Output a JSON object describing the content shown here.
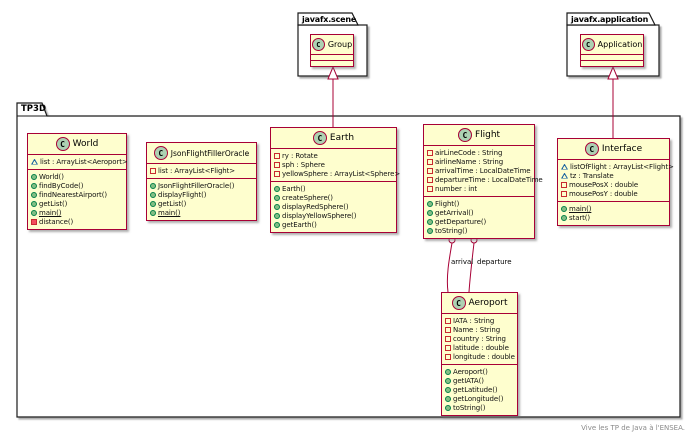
{
  "frame": {
    "label": "TP3D"
  },
  "footer": {
    "text": "Vive les TP de Java à l'ENSEA."
  },
  "packages": [
    {
      "name": "javafx.scene"
    },
    {
      "name": "javafx.application"
    }
  ],
  "relations": [
    {
      "type": "extends",
      "from": "Earth",
      "to": "Group",
      "label": ""
    },
    {
      "type": "extends",
      "from": "Interface",
      "to": "Application",
      "label": ""
    },
    {
      "type": "association",
      "from": "Flight",
      "to": "Aeroport",
      "label": "arrival"
    },
    {
      "type": "association",
      "from": "Flight",
      "to": "Aeroport",
      "label": "departure"
    }
  ],
  "colors": {
    "class_fill": "#FEFECE",
    "class_border": "#A80036",
    "spot_fill": "#ADD1B2",
    "relation_line": "#A80036",
    "public_icon": "#84BE84",
    "private_icon": "#C82930",
    "package_icon": "#1963A0"
  },
  "classes": {
    "world": {
      "name": "World",
      "spot": "C",
      "fields": [
        {
          "icon": "package-field",
          "text": "list : ArrayList<Aeroport>"
        }
      ],
      "methods": [
        {
          "icon": "public-method",
          "text": "World()"
        },
        {
          "icon": "public-method",
          "text": "findByCode()"
        },
        {
          "icon": "public-method",
          "text": "findNearestAirport()"
        },
        {
          "icon": "public-method",
          "text": "getList()"
        },
        {
          "icon": "public-method",
          "text": "main()",
          "static": true
        },
        {
          "icon": "private-method",
          "text": "distance()"
        }
      ]
    },
    "oracle": {
      "name": "JsonFlightFillerOracle",
      "spot": "C",
      "fields": [
        {
          "icon": "private-field",
          "text": "list : ArrayList<Flight>"
        }
      ],
      "methods": [
        {
          "icon": "public-method",
          "text": "JsonFlightFillerOracle()"
        },
        {
          "icon": "public-method",
          "text": "displayFlight()"
        },
        {
          "icon": "public-method",
          "text": "getList()"
        },
        {
          "icon": "public-method",
          "text": "main()",
          "static": true
        }
      ]
    },
    "earth": {
      "name": "Earth",
      "spot": "C",
      "fields": [
        {
          "icon": "private-field",
          "text": "ry : Rotate"
        },
        {
          "icon": "private-field",
          "text": "sph : Sphere"
        },
        {
          "icon": "private-field",
          "text": "yellowSphere : ArrayList<Sphere>"
        }
      ],
      "methods": [
        {
          "icon": "public-method",
          "text": "Earth()"
        },
        {
          "icon": "public-method",
          "text": "createSphere()"
        },
        {
          "icon": "public-method",
          "text": "displayRedSphere()"
        },
        {
          "icon": "public-method",
          "text": "displayYellowSphere()"
        },
        {
          "icon": "public-method",
          "text": "getEarth()"
        }
      ]
    },
    "flight": {
      "name": "Flight",
      "spot": "C",
      "fields": [
        {
          "icon": "private-field",
          "text": "airLineCode : String"
        },
        {
          "icon": "private-field",
          "text": "airlineName : String"
        },
        {
          "icon": "private-field",
          "text": "arrivalTime : LocalDateTime"
        },
        {
          "icon": "private-field",
          "text": "departureTime : LocalDateTime"
        },
        {
          "icon": "private-field",
          "text": "number : int"
        }
      ],
      "methods": [
        {
          "icon": "public-method",
          "text": "Flight()"
        },
        {
          "icon": "public-method",
          "text": "getArrival()"
        },
        {
          "icon": "public-method",
          "text": "getDeparture()"
        },
        {
          "icon": "public-method",
          "text": "toString()"
        }
      ]
    },
    "interface": {
      "name": "Interface",
      "spot": "C",
      "fields": [
        {
          "icon": "package-field",
          "text": "listOfFlight : ArrayList<Flight>"
        },
        {
          "icon": "package-field",
          "text": "tz : Translate"
        },
        {
          "icon": "private-field",
          "text": "mousePosX : double"
        },
        {
          "icon": "private-field",
          "text": "mousePosY : double"
        }
      ],
      "methods": [
        {
          "icon": "public-method",
          "text": "main()",
          "static": true
        },
        {
          "icon": "public-method",
          "text": "start()"
        }
      ]
    },
    "aeroport": {
      "name": "Aeroport",
      "spot": "C",
      "fields": [
        {
          "icon": "private-field",
          "text": "IATA : String"
        },
        {
          "icon": "private-field",
          "text": "Name : String"
        },
        {
          "icon": "private-field",
          "text": "country : String"
        },
        {
          "icon": "private-field",
          "text": "latitude : double"
        },
        {
          "icon": "private-field",
          "text": "longitude : double"
        }
      ],
      "methods": [
        {
          "icon": "public-method",
          "text": "Aeroport()"
        },
        {
          "icon": "public-method",
          "text": "getIATA()"
        },
        {
          "icon": "public-method",
          "text": "getLatitude()"
        },
        {
          "icon": "public-method",
          "text": "getLongitude()"
        },
        {
          "icon": "public-method",
          "text": "toString()"
        }
      ]
    },
    "group": {
      "name": "Group",
      "spot": "C",
      "fields": [],
      "methods": []
    },
    "application": {
      "name": "Application",
      "spot": "C",
      "fields": [],
      "methods": []
    }
  }
}
